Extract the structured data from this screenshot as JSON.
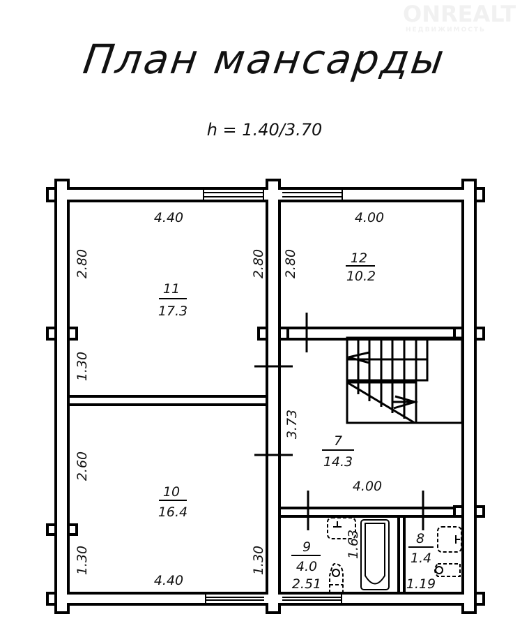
{
  "title": "План мансарды",
  "subtitle": "h = 1.40/3.70",
  "watermark": {
    "brand": "ONREALT",
    "tagline": "НЕДВИЖИМОСТЬ"
  },
  "rooms": [
    {
      "number": "11",
      "area": "17.3"
    },
    {
      "number": "12",
      "area": "10.2"
    },
    {
      "number": "10",
      "area": "16.4"
    },
    {
      "number": "7",
      "area": "14.3"
    },
    {
      "number": "9",
      "area": "4.0"
    },
    {
      "number": "8",
      "area": "1.4"
    }
  ],
  "dimensions": {
    "top_left": "4.40",
    "top_right": "4.00",
    "left_upper": "2.80",
    "left_mid": "1.30",
    "left_lower": "2.60",
    "left_bottom": "1.30",
    "mid_left": "2.80",
    "mid_right": "2.80",
    "mid_bottom": "1.30",
    "hall_height": "3.73",
    "hall_width": "4.00",
    "bottom_left": "4.40",
    "bath_width": "2.51",
    "bath_height": "1.63",
    "wc_width": "1.19"
  }
}
